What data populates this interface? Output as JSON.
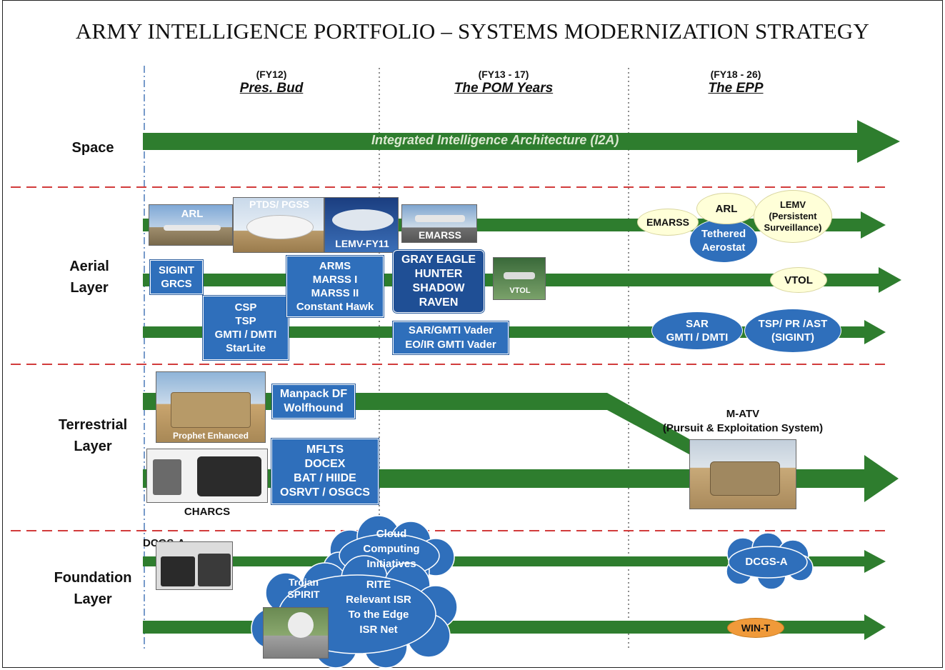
{
  "title": "ARMY INTELLIGENCE PORTFOLIO – SYSTEMS MODERNIZATION STRATEGY",
  "periods": [
    {
      "sub": "(FY12)",
      "name": "Pres. Bud"
    },
    {
      "sub": "(FY13 - 17)",
      "name": "The POM Years"
    },
    {
      "sub": "(FY18 - 26)",
      "name": "The EPP"
    }
  ],
  "rows": {
    "space": "Space",
    "aerial": "Aerial\nLayer",
    "terrestrial": "Terrestrial\nLayer",
    "foundation": "Foundation\nLayer"
  },
  "space_arrow_label": "Integrated Intelligence Architecture (I2A)",
  "aerial": {
    "photos": {
      "arl": "ARL",
      "ptds": "PTDS/ PGSS",
      "lemv": "LEMV-FY11",
      "emarss": "EMARSS",
      "vtol": "VTOL"
    },
    "boxes": {
      "sigint": "SIGINT\nGRCS",
      "csp": "CSP\nTSP\nGMTI / DMTI\nStarLite",
      "arms": "ARMS\nMARSS I\nMARSS II\nConstant Hawk",
      "grayeagle": "GRAY EAGLE\nHUNTER\nSHADOW\nRAVEN",
      "sar": "SAR/GMTI  Vader\nEO/IR GMTI Vader"
    },
    "ellipses": {
      "emarss": "EMARSS",
      "arl": "ARL",
      "lemv": "LEMV\n(Persistent\nSurveillance)",
      "tethered": "Tethered\nAerostat",
      "vtol": "VTOL",
      "sar": "SAR\nGMTI / DMTI",
      "tsp": "TSP/ PR /AST\n(SIGINT)"
    }
  },
  "terrestrial": {
    "prophet": "Prophet Enhanced",
    "manpack": "Manpack DF\nWolfhound",
    "mflts": "MFLTS\nDOCEX\nBAT / HIIDE\nOSRVT / OSGCS",
    "charcs": "CHARCS",
    "matv": "M-ATV\n(Pursuit & Exploitation System)"
  },
  "foundation": {
    "dcgs_left": "DCGS-A",
    "cloud": "Cloud\nComputing\nInitiatives",
    "trojan": "Trojan\nSPIRIT",
    "rite": "RITE\nRelevant ISR\nTo the Edge\nISR Net",
    "dcgs_right": "DCGS-A",
    "wint": "WIN-T"
  },
  "colors": {
    "arrow": "#2e7d2e",
    "box": "#2f6fbb",
    "divider": "#d23b3b",
    "yellow": "#ffffd8",
    "orange": "#f09a3a"
  }
}
